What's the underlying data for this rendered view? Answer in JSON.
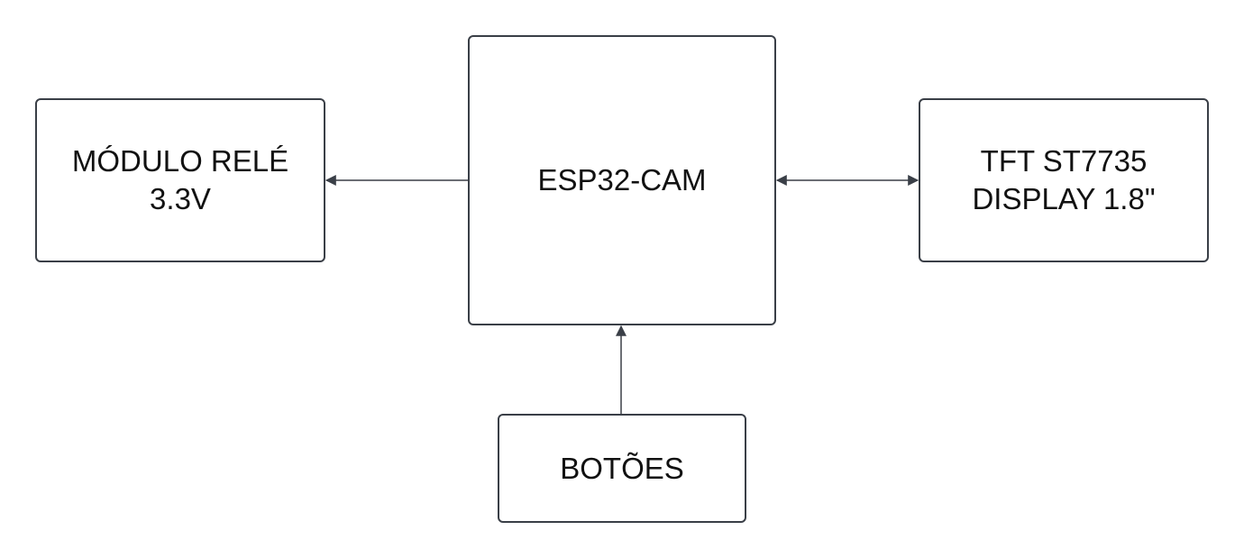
{
  "diagram": {
    "colors": {
      "stroke": "#3a3f47",
      "text": "#111111",
      "background": "#ffffff"
    },
    "blocks": {
      "relay": {
        "lines": [
          "MÓDULO RELÉ",
          "3.3V"
        ]
      },
      "esp32": {
        "lines": [
          "ESP32-CAM"
        ]
      },
      "display": {
        "lines": [
          "TFT ST7735",
          "DISPLAY 1.8\""
        ]
      },
      "buttons": {
        "lines": [
          "BOTÕES"
        ]
      }
    },
    "connections": [
      {
        "from": "esp32",
        "to": "relay",
        "direction": "one-way"
      },
      {
        "from": "esp32",
        "to": "display",
        "direction": "two-way"
      },
      {
        "from": "buttons",
        "to": "esp32",
        "direction": "one-way"
      }
    ]
  }
}
